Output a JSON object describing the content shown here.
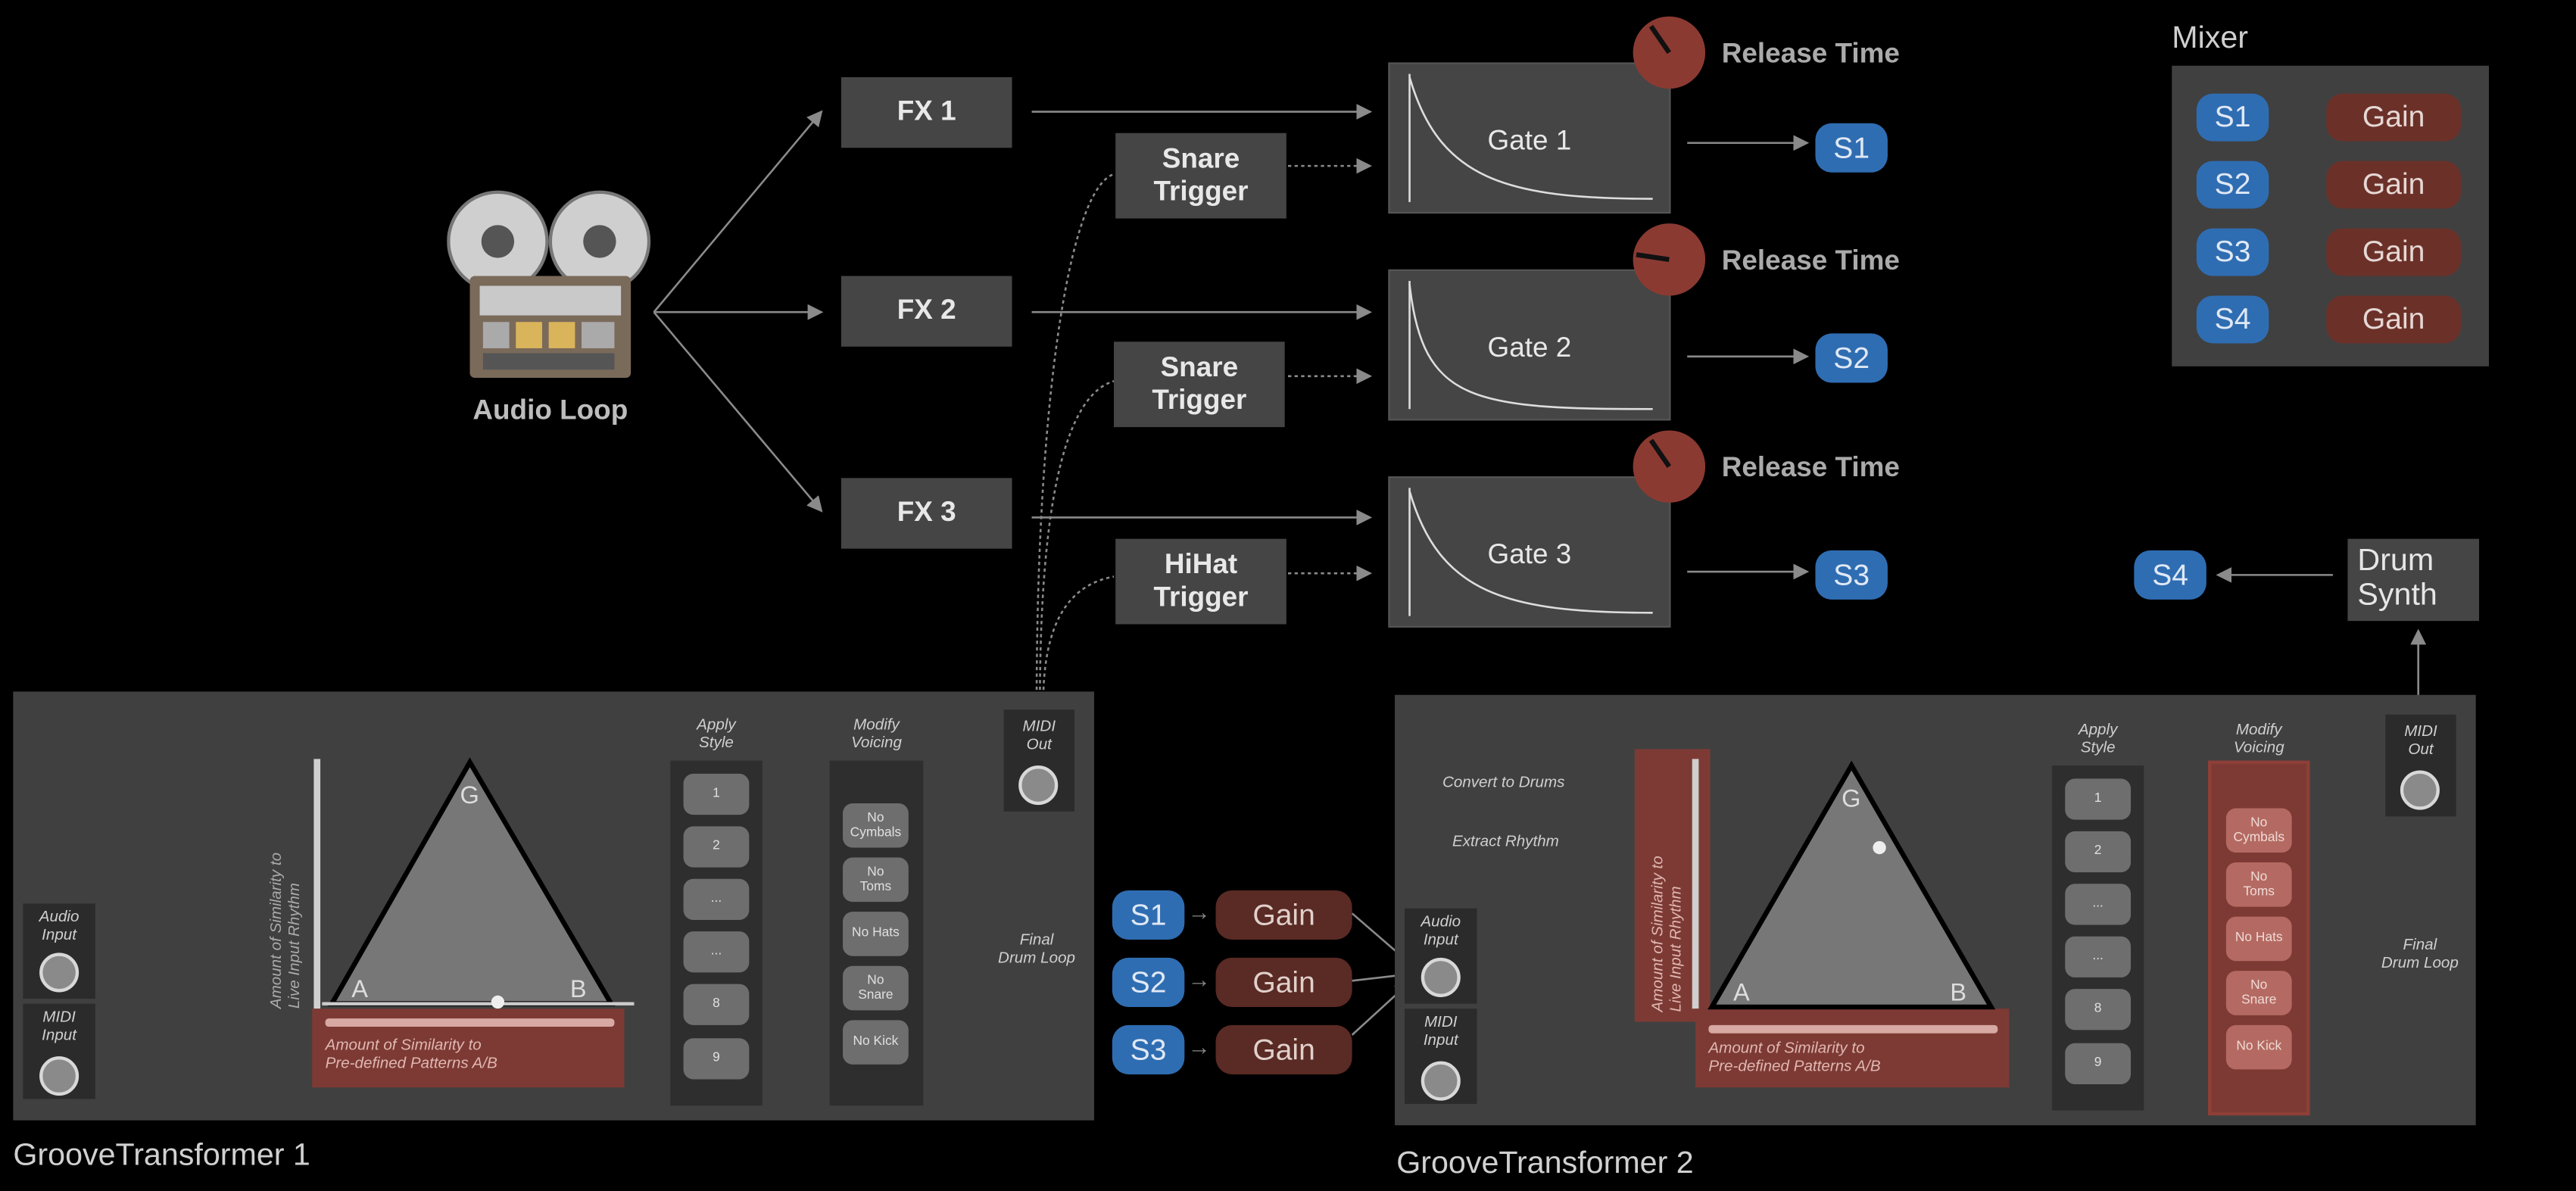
{
  "audio_loop": {
    "label": "Audio Loop"
  },
  "fx": [
    "FX 1",
    "FX 2",
    "FX 3"
  ],
  "triggers": [
    {
      "line1": "Snare",
      "line2": "Trigger"
    },
    {
      "line1": "Snare",
      "line2": "Trigger"
    },
    {
      "line1": "HiHat",
      "line2": "Trigger"
    }
  ],
  "gates": [
    "Gate 1",
    "Gate 2",
    "Gate 3"
  ],
  "release_time": "Release Time",
  "outputs": [
    "S1",
    "S2",
    "S3"
  ],
  "mixer": {
    "title": "Mixer",
    "rows": [
      {
        "source": "S1",
        "gain": "Gain"
      },
      {
        "source": "S2",
        "gain": "Gain"
      },
      {
        "source": "S3",
        "gain": "Gain"
      },
      {
        "source": "S4",
        "gain": "Gain"
      }
    ]
  },
  "drum_synth": {
    "line1": "Drum",
    "line2": "Synth",
    "output": "S4"
  },
  "sends": [
    {
      "source": "S1",
      "gain": "Gain"
    },
    {
      "source": "S2",
      "gain": "Gain"
    },
    {
      "source": "S3",
      "gain": "Gain"
    }
  ],
  "gt1": {
    "title": "GrooveTransformer 1",
    "audio_input": "Audio\nInput",
    "midi_input": "MIDI\nInput",
    "vertical_label_1": "Amount of Similarity to",
    "vertical_label_2": "Live Input Rhythm",
    "h_label_1": "Amount of Similarity to",
    "h_label_2": "Pre-defined Patterns A/B",
    "tri_g": "G",
    "tri_a": "A",
    "tri_b": "B",
    "apply_style": "Apply\nStyle",
    "styles": [
      "1",
      "2",
      "...",
      "...",
      "8",
      "9"
    ],
    "modify_voicing": "Modify\nVoicing",
    "voicing": [
      "No\nCymbals",
      "No\nToms",
      "No Hats",
      "No\nSnare",
      "No Kick"
    ],
    "final_loop": "Final\nDrum Loop",
    "midi_out": "MIDI\nOut"
  },
  "gt2": {
    "title": "GrooveTransformer 2",
    "audio_input": "Audio\nInput",
    "midi_input": "MIDI\nInput",
    "convert_to_drums": "Convert to Drums",
    "extract_rhythm": "Extract Rhythm",
    "vertical_label_1": "Amount of Similarity to",
    "vertical_label_2": "Live Input Rhythm",
    "h_label_1": "Amount of Similarity to",
    "h_label_2": "Pre-defined Patterns A/B",
    "tri_g": "G",
    "tri_a": "A",
    "tri_b": "B",
    "apply_style": "Apply\nStyle",
    "styles": [
      "1",
      "2",
      "...",
      "...",
      "8",
      "9"
    ],
    "modify_voicing": "Modify\nVoicing",
    "voicing": [
      "No\nCymbals",
      "No\nToms",
      "No Hats",
      "No\nSnare",
      "No Kick"
    ],
    "final_loop": "Final\nDrum Loop",
    "midi_out": "MIDI\nOut"
  },
  "colors": {
    "blue": "#2f6db2",
    "gain_dark": "#5a2a24",
    "gain_mixer": "#6b3129",
    "highlight": "#7d3a34",
    "knob": "#8b3a32"
  }
}
